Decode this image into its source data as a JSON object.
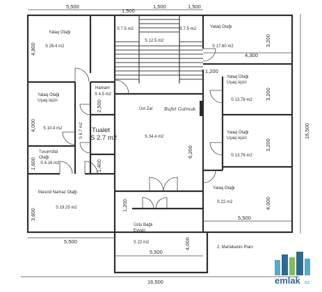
{
  "rooms": {
    "bedroom_top_left": {
      "name": "Yataq Otağı",
      "area": "S 26.4 m2"
    },
    "bedroom_child_left": {
      "name": "Yataq Otağı",
      "sub": "Uşaq üçün",
      "area": "S 10.4 m2"
    },
    "storage": {
      "name": "Təsərrüfat",
      "sub": "Otağı",
      "area": "S 4.16 m2"
    },
    "prayer": {
      "name": "Məscid Namaz Otağı",
      "area": "S 19.25 m2"
    },
    "bathroom": {
      "name": "Hamam",
      "area": "S 4.5 m2"
    },
    "toilet": {
      "name": "Tualet",
      "area": "S 2.7 m2"
    },
    "corridor": {
      "area": "S 6.7 m2"
    },
    "stair_small_left": {
      "area": "S 7.5 m2"
    },
    "stair_center": {
      "area": "S 12.5 m2"
    },
    "stair_small_right": {
      "area": "S 7.5 m2"
    },
    "hall": {
      "name": "Üst Zal",
      "area": "S 34.4 m2",
      "note": "Bufet Gətmək"
    },
    "bedroom_top_right": {
      "name": "Yataq Otağı",
      "area": "S 17.60 m2"
    },
    "child_right_1": {
      "name": "Yataq Otağı",
      "sub": "Uşaq üçün",
      "area": "S 13.76 m2"
    },
    "child_right_2": {
      "name": "Yataq Otağı",
      "sub": "Uşaq üçün",
      "area": "S 13.76 m2"
    },
    "bedroom_bottom_right": {
      "name": "Yataq Otağı",
      "area": "S 22 m2"
    },
    "terrace": {
      "name": "Üstü Bağlı",
      "sub": "Eyvan",
      "area": "S 22 m2"
    }
  },
  "dimensions": {
    "top_left": "5,500",
    "top_mid_1": "1,500",
    "top_mid_2": "1,500",
    "top_mid_3": "1,500",
    "bedroom_tl_height": "4,800",
    "child_left_height": "4,000",
    "storage_height": "1,600",
    "bath_height": "2,500",
    "corridor_height": "1,400",
    "prayer_height": "3,600",
    "bottom_left": "5,500",
    "bottom_terrace": "5,500",
    "terrace_height": "4,000",
    "landing_height": "1,200",
    "hall_height": "6,200",
    "right_top_height": "3,200",
    "right_top_width": "4,300",
    "right_small_gap": "1,200",
    "right_child1_height": "3,200",
    "right_child2_height": "3,200",
    "right_bottom_height": "4,000",
    "right_bottom_width": "5,500",
    "total_width": "16,500",
    "total_height": "16,500"
  },
  "caption": "2. Mərtəbənin Planı",
  "logo": {
    "text": "emlak",
    "suffix": ".az",
    "color_main": "#2f6b8f",
    "color_accent": "#5aa8c8"
  }
}
